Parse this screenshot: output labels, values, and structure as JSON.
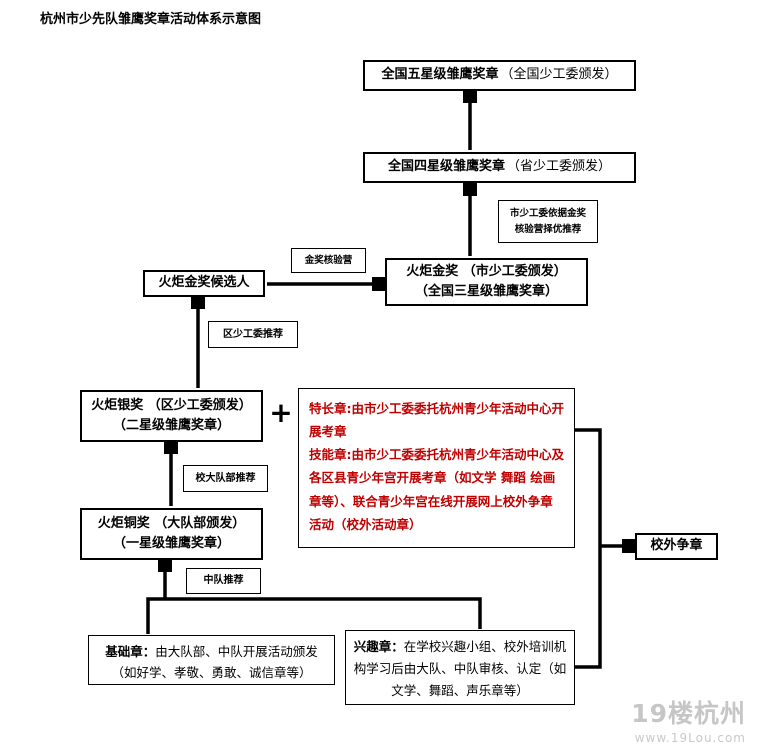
{
  "title": "杭州市少先队雏鹰奖章活动体系示意图",
  "colors": {
    "box_border": "#000000",
    "special_text_red": "#c00000",
    "watermark_gray": "#c6c6c6"
  },
  "boxes": {
    "national_five_star": {
      "main": "全国五星级雏鹰奖章",
      "paren": "（全国少工委颁发）"
    },
    "national_four_star": {
      "main": "全国四星级雏鹰奖章",
      "paren": "（省少工委颁发）"
    },
    "city_note": {
      "line1": "市少工委依据金奖",
      "line2": "核验营择优推荐"
    },
    "torch_gold": {
      "main": "火炬金奖",
      "paren": "（市少工委颁发）",
      "subtitle": "（全国三星级雏鹰奖章）"
    },
    "gold_candidate": "火炬金奖候选人",
    "gold_camp": "金奖核验营",
    "district_recommendation": "区少工委推荐",
    "torch_silver": {
      "main": "火炬银奖",
      "paren": "（区少工委颁发）",
      "subtitle": "（二星级雏鹰奖章）"
    },
    "plus_sign": "+",
    "special_skill": {
      "item1": {
        "label": "特长章:",
        "text": "由市少工委委托杭州青少年活动中心开展考章"
      },
      "item2": {
        "label": "技能章:",
        "text": "由市少工委委托杭州青少年活动中心及各区县青少年宫开展考章（如文学 舞蹈 绘画章等）、联合青少年宫在线开展网上校外争章活动（校外活动章）"
      }
    },
    "school_brigade_recommendation": "校大队部推荐",
    "torch_bronze": {
      "main": "火炬铜奖",
      "paren": "（大队部颁发）",
      "subtitle": "（一星级雏鹰奖章）"
    },
    "squad_recommendation": "中队推荐",
    "basic_badge": {
      "label": "基础章：",
      "text": "由大队部、中队开展活动颁发（如好学、孝敬、勇敢、诚信章等）"
    },
    "interest_badge": {
      "label": "兴趣章：",
      "text": "在学校兴趣小组、校外培训机构学习后由大队、中队审核、认定（如文学、舞蹈、声乐章等）"
    },
    "outside_school": "校外争章"
  },
  "watermark": {
    "logo": "19楼杭州",
    "url": "www.19Lou.com"
  }
}
